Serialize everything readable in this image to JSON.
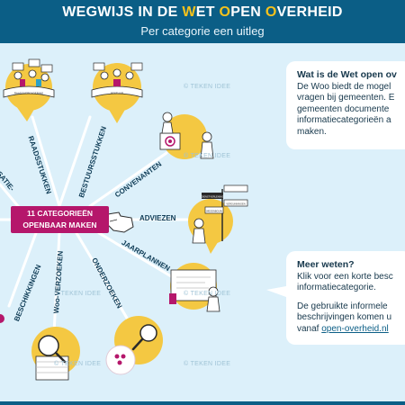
{
  "header": {
    "title_parts": [
      "WEGWIJS IN DE ",
      "W",
      "ET ",
      "O",
      "PEN ",
      "O",
      "VERHEID"
    ],
    "subtitle": "Per categorie een uitleg"
  },
  "hub": {
    "line1": "11 CATEGORIEËN",
    "line2": "OPENBAAR MAKEN"
  },
  "spokes": {
    "raadsstukken": "RAADSSTUKKEN",
    "bestuursstukken": "BESTUURSSTUKKEN",
    "convenanten": "CONVENANTEN",
    "adviezen": "ADVIEZEN",
    "jaarplannen": "JAARPLANNEN",
    "onderzoeken": "ONDERZOEKEN",
    "woo_verzoeken": "Woo-VERZOEKEN",
    "beschikkingen": "BESCHIKKINGEN",
    "organisatie_partial": "ISATIE-"
  },
  "illustration_labels": {
    "board_left": "RAADSVERGADERING",
    "board_right": "BESTUUR",
    "signpost_top": "DIENSTVERLENING",
    "signpost_mid": "VERGUNNINGEN",
    "signpost_bottom": "WEGENBOUW"
  },
  "watermark": "© TEKEN IDEE",
  "card_info": {
    "title": "Wat is de Wet open ov",
    "lines": [
      "De Woo biedt de mogel",
      "vragen bij gemeenten. E",
      "gemeenten documente",
      "informatiecategorieën a",
      "maken."
    ]
  },
  "card_more": {
    "title": "Meer weten?",
    "lines": [
      "Klik voor een korte besc",
      "informatiecategorie."
    ],
    "lines2": [
      "De gebruikte informele",
      "beschrijvingen komen u"
    ],
    "link_prefix": "vanaf ",
    "link_text": "open-overheid.nl"
  },
  "colors": {
    "header": "#0b5e86",
    "highlight": "#f6c21c",
    "hub": "#b5176b",
    "background": "#dcf0fa",
    "bubble": "#f4c842"
  }
}
